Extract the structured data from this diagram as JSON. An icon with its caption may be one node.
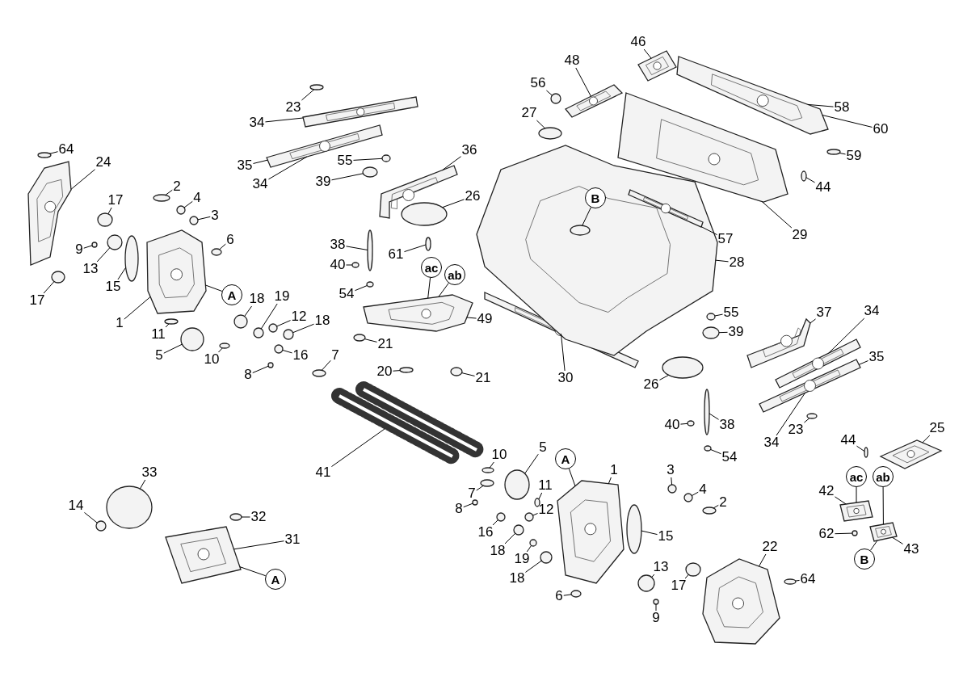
{
  "diagram": {
    "nodes": [
      {
        "text": [],
        "shape": "picture"
      },
      {
        "text": [],
        "shape": "circle"
      },
      {
        "text": [],
        "shape": "circle"
      },
      {
        "text": [],
        "shape": "circle"
      },
      {
        "text": [],
        "shape": "circle"
      },
      {
        "text": [],
        "shape": "circle"
      },
      {
        "text": [],
        "shape": "circle"
      },
      {
        "text": [],
        "shape": "circle"
      },
      {
        "text": [],
        "shape": "circle"
      },
      {
        "text": [],
        "shape": "circle"
      },
      {
        "text": [],
        "shape": "circle"
      },
      {
        "text": [],
        "shape": "picture"
      },
      {
        "text": [],
        "shape": "circle"
      },
      {
        "text": [],
        "shape": "circle"
      },
      {
        "text": [],
        "shape": "circle"
      },
      {
        "text": [],
        "shape": "circle"
      },
      {
        "text": [],
        "shape": "circle"
      },
      {
        "text": [],
        "shape": "circle"
      },
      {
        "text": [],
        "shape": "circle"
      },
      {
        "text": [],
        "shape": "circle"
      },
      {
        "text": [],
        "shape": "circle"
      },
      {
        "text": [],
        "shape": "circle"
      },
      {
        "text": [],
        "shape": "picture"
      },
      {
        "text": [],
        "shape": "circle"
      },
      {
        "text": [],
        "shape": "picture"
      },
      {
        "text": [],
        "shape": "circle"
      },
      {
        "text": [],
        "shape": "circle"
      },
      {
        "text": [],
        "shape": "picture"
      },
      {
        "text": [],
        "shape": "circle"
      },
      {
        "text": [],
        "shape": "circle"
      },
      {
        "text": [],
        "shape": "circle"
      },
      {
        "text": [],
        "shape": "circle"
      },
      {
        "text": [],
        "shape": "circle"
      },
      {
        "text": [],
        "shape": "picture"
      },
      {
        "text": [],
        "shape": "circle"
      },
      {
        "text": [],
        "shape": "circle"
      },
      {
        "text": [],
        "shape": "circle"
      },
      {
        "text": [],
        "shape": "circle"
      },
      {
        "text": [],
        "shape": "picture"
      },
      {
        "text": [],
        "shape": "picture"
      },
      {
        "text": [],
        "shape": "picture"
      },
      {
        "text": [],
        "shape": "picture"
      },
      {
        "text": [],
        "shape": "circle"
      },
      {
        "text": [],
        "shape": "picture"
      },
      {
        "text": [],
        "shape": "circle",
        "in": 43
      },
      {
        "text": [],
        "shape": "picture"
      },
      {
        "text": [],
        "shape": "circle"
      },
      {
        "text": [],
        "shape": "circle"
      },
      {
        "text": [],
        "shape": "picture",
        "in": 43
      },
      {
        "text": [],
        "shape": "picture"
      },
      {
        "text": [],
        "shape": "circle"
      },
      {
        "text": [],
        "shape": "circle"
      },
      {
        "text": [],
        "shape": "picture"
      },
      {
        "text": [],
        "shape": "picture"
      },
      {
        "text": [],
        "shape": "picture"
      },
      {
        "text": [],
        "shape": "circle"
      },
      {
        "text": [],
        "shape": "circle"
      },
      {
        "text": [],
        "shape": "circle"
      },
      {
        "text": [],
        "shape": "circle"
      },
      {
        "text": [],
        "shape": "circle"
      },
      {
        "text": [],
        "shape": "picture"
      },
      {
        "text": [],
        "shape": "circle"
      },
      {
        "text": [],
        "shape": "picture"
      },
      {
        "text": [],
        "shape": "picture"
      },
      {
        "text": [],
        "shape": "circle"
      },
      {
        "text": [],
        "shape": "circle"
      },
      {
        "text": [],
        "shape": "circle"
      },
      {
        "text": [],
        "shape": "circle"
      },
      {
        "text": [],
        "shape": "picture"
      },
      {
        "text": [],
        "shape": "circle"
      },
      {
        "text": [],
        "shape": "circle"
      },
      {
        "text": [],
        "shape": "picture"
      },
      {
        "text": [],
        "shape": "circle"
      },
      {
        "text": [],
        "shape": "circle"
      },
      {
        "text": [],
        "shape": "circle"
      },
      {
        "text": [],
        "shape": "circle"
      },
      {
        "text": [],
        "shape": "circle"
      },
      {
        "text": [],
        "shape": "circle"
      },
      {
        "text": [],
        "shape": "circle"
      },
      {
        "text": [],
        "shape": "circle"
      },
      {
        "text": [],
        "shape": "circle"
      },
      {
        "text": [],
        "shape": "circle"
      },
      {
        "text": [],
        "shape": "circle"
      },
      {
        "text": [],
        "shape": "circle"
      },
      {
        "text": [],
        "shape": "picture"
      },
      {
        "text": [],
        "shape": "circle"
      },
      {
        "text": [],
        "shape": "circle"
      },
      {
        "text": [],
        "shape": "circle"
      },
      {
        "text": [],
        "shape": "circle"
      },
      {
        "text": [],
        "shape": "circle"
      },
      {
        "text": [
          "64"
        ]
      },
      {
        "text": [
          "24"
        ]
      },
      {
        "text": [
          "2"
        ]
      },
      {
        "text": [
          "4"
        ]
      },
      {
        "text": [
          "17"
        ]
      },
      {
        "text": [
          "3"
        ]
      },
      {
        "text": [
          "6"
        ]
      },
      {
        "text": [
          "9"
        ]
      },
      {
        "text": [
          "13"
        ]
      },
      {
        "text": [
          "17"
        ]
      },
      {
        "text": [
          "15"
        ]
      },
      {
        "text": [
          "A"
        ]
      },
      {
        "text": [
          "18"
        ]
      },
      {
        "text": [
          "19"
        ]
      },
      {
        "text": [
          "1"
        ]
      },
      {
        "text": [
          "11"
        ]
      },
      {
        "text": [
          "12"
        ]
      },
      {
        "text": [
          "18"
        ]
      },
      {
        "text": [
          "16"
        ]
      },
      {
        "text": [
          "5"
        ]
      },
      {
        "text": [
          "10"
        ]
      },
      {
        "text": [
          "7"
        ]
      },
      {
        "text": [
          "8"
        ]
      },
      {
        "text": [
          "34"
        ]
      },
      {
        "text": [
          "23"
        ]
      },
      {
        "text": [
          "35"
        ]
      },
      {
        "text": [
          "34"
        ]
      },
      {
        "text": [
          "55"
        ]
      },
      {
        "text": [
          "39"
        ]
      },
      {
        "text": [
          "36"
        ]
      },
      {
        "text": [
          "27"
        ]
      },
      {
        "text": [
          "26"
        ]
      },
      {
        "text": [
          "38"
        ]
      },
      {
        "text": [
          "40"
        ]
      },
      {
        "text": [
          "61"
        ]
      },
      {
        "text": [
          "ac"
        ]
      },
      {
        "text": [
          "ab"
        ]
      },
      {
        "text": [
          "54"
        ]
      },
      {
        "text": [
          "49"
        ]
      },
      {
        "text": [
          "21"
        ]
      },
      {
        "text": [
          "20"
        ]
      },
      {
        "text": [
          "21"
        ]
      },
      {
        "text": [
          "30"
        ]
      },
      {
        "text": [
          "41"
        ]
      },
      {
        "text": [
          "48"
        ]
      },
      {
        "text": [
          "46"
        ]
      },
      {
        "text": [
          "56"
        ]
      },
      {
        "text": [
          "B"
        ],
        "in": 43
      },
      {
        "text": [
          "58"
        ]
      },
      {
        "text": [
          "59"
        ]
      },
      {
        "text": [
          "44"
        ]
      },
      {
        "text": [
          "60"
        ]
      },
      {
        "text": [
          "57"
        ]
      },
      {
        "text": [
          "29"
        ]
      },
      {
        "text": [
          "28"
        ]
      },
      {
        "text": [
          "55"
        ]
      },
      {
        "text": [
          "39"
        ]
      },
      {
        "text": [
          "37"
        ]
      },
      {
        "text": [
          "34"
        ]
      },
      {
        "text": [
          "35"
        ]
      },
      {
        "text": [
          "26"
        ]
      },
      {
        "text": [
          "40"
        ]
      },
      {
        "text": [
          "38"
        ]
      },
      {
        "text": [
          "23"
        ]
      },
      {
        "text": [
          "34"
        ]
      },
      {
        "text": [
          "54"
        ]
      },
      {
        "text": [
          "25"
        ]
      },
      {
        "text": [
          "44"
        ]
      },
      {
        "text": [
          "ac"
        ]
      },
      {
        "text": [
          "ab"
        ]
      },
      {
        "text": [
          "42"
        ]
      },
      {
        "text": [
          "62"
        ]
      },
      {
        "text": [
          "43"
        ]
      },
      {
        "text": [
          "B"
        ]
      },
      {
        "text": [
          "33"
        ]
      },
      {
        "text": [
          "14"
        ]
      },
      {
        "text": [
          "32"
        ]
      },
      {
        "text": [
          "31"
        ]
      },
      {
        "text": [
          "A"
        ]
      },
      {
        "text": [
          "10"
        ]
      },
      {
        "text": [
          "5"
        ]
      },
      {
        "text": [
          "A"
        ]
      },
      {
        "text": [
          "11"
        ]
      },
      {
        "text": [
          "1"
        ]
      },
      {
        "text": [
          "3"
        ]
      },
      {
        "text": [
          "4"
        ]
      },
      {
        "text": [
          "2"
        ]
      },
      {
        "text": [
          "7"
        ]
      },
      {
        "text": [
          "8"
        ]
      },
      {
        "text": [
          "16"
        ]
      },
      {
        "text": [
          "12"
        ]
      },
      {
        "text": [
          "18"
        ]
      },
      {
        "text": [
          "19"
        ]
      },
      {
        "text": [
          "18"
        ]
      },
      {
        "text": [
          "15"
        ]
      },
      {
        "text": [
          "22"
        ]
      },
      {
        "text": [
          "64"
        ]
      },
      {
        "text": [
          "17"
        ]
      },
      {
        "text": [
          "13"
        ]
      },
      {
        "text": [
          "9"
        ]
      },
      {
        "text": [
          "6"
        ]
      }
    ],
    "edges": [
      {
        "from": 90,
        "to": 1,
        "arrow": "none"
      },
      {
        "from": 91,
        "to": 0,
        "arrow": "none"
      },
      {
        "from": 92,
        "to": 2,
        "arrow": "none"
      },
      {
        "from": 93,
        "to": 3,
        "arrow": "none"
      },
      {
        "from": 94,
        "to": 4,
        "arrow": "none"
      },
      {
        "from": 95,
        "to": 5,
        "arrow": "none"
      },
      {
        "from": 96,
        "to": 6,
        "arrow": "none"
      },
      {
        "from": 97,
        "to": 7,
        "arrow": "none"
      },
      {
        "from": 98,
        "to": 8,
        "arrow": "none"
      },
      {
        "from": 99,
        "to": 9,
        "arrow": "none"
      },
      {
        "from": 100,
        "to": 10,
        "arrow": "none"
      },
      {
        "from": 101,
        "to": 11,
        "arrow": "none"
      },
      {
        "from": 102,
        "to": 12,
        "arrow": "none"
      },
      {
        "from": 103,
        "to": 13,
        "arrow": "none"
      },
      {
        "from": 104,
        "to": 11,
        "arrow": "none"
      },
      {
        "from": 105,
        "to": 14,
        "arrow": "none"
      },
      {
        "from": 106,
        "to": 15,
        "arrow": "none"
      },
      {
        "from": 107,
        "to": 16,
        "arrow": "none"
      },
      {
        "from": 108,
        "to": 17,
        "arrow": "none"
      },
      {
        "from": 109,
        "to": 18,
        "arrow": "none"
      },
      {
        "from": 110,
        "to": 19,
        "arrow": "none"
      },
      {
        "from": 111,
        "to": 20,
        "arrow": "none"
      },
      {
        "from": 112,
        "to": 21,
        "arrow": "none"
      },
      {
        "from": 113,
        "to": 22,
        "arrow": "none"
      },
      {
        "from": 114,
        "to": 23,
        "arrow": "none"
      },
      {
        "from": 115,
        "to": 24,
        "arrow": "none"
      },
      {
        "from": 116,
        "to": 24,
        "arrow": "none"
      },
      {
        "from": 117,
        "to": 25,
        "arrow": "none"
      },
      {
        "from": 118,
        "to": 26,
        "arrow": "none"
      },
      {
        "from": 119,
        "to": 27,
        "arrow": "none"
      },
      {
        "from": 120,
        "to": 28,
        "arrow": "none"
      },
      {
        "from": 121,
        "to": 29,
        "arrow": "none"
      },
      {
        "from": 122,
        "to": 30,
        "arrow": "none"
      },
      {
        "from": 123,
        "to": 31,
        "arrow": "none"
      },
      {
        "from": 124,
        "to": 32,
        "arrow": "none"
      },
      {
        "from": 125,
        "to": 33,
        "arrow": "none"
      },
      {
        "from": 126,
        "to": 33,
        "arrow": "none"
      },
      {
        "from": 127,
        "to": 34,
        "arrow": "none"
      },
      {
        "from": 128,
        "to": 33,
        "arrow": "none"
      },
      {
        "from": 129,
        "to": 35,
        "arrow": "none"
      },
      {
        "from": 130,
        "to": 36,
        "arrow": "none"
      },
      {
        "from": 131,
        "to": 37,
        "arrow": "none"
      },
      {
        "from": 132,
        "to": 38,
        "arrow": "none"
      },
      {
        "from": 133,
        "to": 39,
        "arrow": "none"
      },
      {
        "from": 134,
        "to": 40,
        "arrow": "none"
      },
      {
        "from": 135,
        "to": 41,
        "arrow": "none"
      },
      {
        "from": 136,
        "to": 42,
        "arrow": "none"
      },
      {
        "from": 137,
        "to": 44,
        "arrow": "none"
      },
      {
        "from": 138,
        "to": 45,
        "arrow": "none"
      },
      {
        "from": 139,
        "to": 46,
        "arrow": "none"
      },
      {
        "from": 140,
        "to": 47,
        "arrow": "none"
      },
      {
        "from": 141,
        "to": 45,
        "arrow": "none"
      },
      {
        "from": 142,
        "to": 48,
        "arrow": "none"
      },
      {
        "from": 143,
        "to": 49,
        "arrow": "none"
      },
      {
        "from": 144,
        "to": 43,
        "arrow": "none"
      },
      {
        "from": 145,
        "to": 50,
        "arrow": "none"
      },
      {
        "from": 146,
        "to": 51,
        "arrow": "none"
      },
      {
        "from": 147,
        "to": 52,
        "arrow": "none"
      },
      {
        "from": 148,
        "to": 53,
        "arrow": "none"
      },
      {
        "from": 149,
        "to": 54,
        "arrow": "none"
      },
      {
        "from": 150,
        "to": 55,
        "arrow": "none"
      },
      {
        "from": 151,
        "to": 56,
        "arrow": "none"
      },
      {
        "from": 152,
        "to": 57,
        "arrow": "none"
      },
      {
        "from": 153,
        "to": 58,
        "arrow": "none"
      },
      {
        "from": 154,
        "to": 54,
        "arrow": "none"
      },
      {
        "from": 155,
        "to": 59,
        "arrow": "none"
      },
      {
        "from": 156,
        "to": 60,
        "arrow": "none"
      },
      {
        "from": 157,
        "to": 61,
        "arrow": "none"
      },
      {
        "from": 158,
        "to": 62,
        "arrow": "none"
      },
      {
        "from": 159,
        "to": 63,
        "arrow": "none"
      },
      {
        "from": 160,
        "to": 62,
        "arrow": "none"
      },
      {
        "from": 161,
        "to": 64,
        "arrow": "none"
      },
      {
        "from": 162,
        "to": 63,
        "arrow": "none"
      },
      {
        "from": 163,
        "to": 63,
        "arrow": "none"
      },
      {
        "from": 164,
        "to": 65,
        "arrow": "none"
      },
      {
        "from": 165,
        "to": 66,
        "arrow": "none"
      },
      {
        "from": 166,
        "to": 67,
        "arrow": "none"
      },
      {
        "from": 167,
        "to": 68,
        "arrow": "none"
      },
      {
        "from": 168,
        "to": 68,
        "arrow": "none"
      },
      {
        "from": 169,
        "to": 69,
        "arrow": "none"
      },
      {
        "from": 170,
        "to": 70,
        "arrow": "none"
      },
      {
        "from": 171,
        "to": 71,
        "arrow": "none"
      },
      {
        "from": 172,
        "to": 72,
        "arrow": "none"
      },
      {
        "from": 173,
        "to": 71,
        "arrow": "none"
      },
      {
        "from": 174,
        "to": 73,
        "arrow": "none"
      },
      {
        "from": 175,
        "to": 74,
        "arrow": "none"
      },
      {
        "from": 176,
        "to": 75,
        "arrow": "none"
      },
      {
        "from": 177,
        "to": 76,
        "arrow": "none"
      },
      {
        "from": 178,
        "to": 77,
        "arrow": "none"
      },
      {
        "from": 179,
        "to": 78,
        "arrow": "none"
      },
      {
        "from": 180,
        "to": 79,
        "arrow": "none"
      },
      {
        "from": 181,
        "to": 80,
        "arrow": "none"
      },
      {
        "from": 182,
        "to": 81,
        "arrow": "none"
      },
      {
        "from": 183,
        "to": 82,
        "arrow": "none"
      },
      {
        "from": 184,
        "to": 83,
        "arrow": "none"
      },
      {
        "from": 185,
        "to": 84,
        "arrow": "none"
      },
      {
        "from": 186,
        "to": 85,
        "arrow": "none"
      },
      {
        "from": 187,
        "to": 86,
        "arrow": "none"
      },
      {
        "from": 188,
        "to": 87,
        "arrow": "none"
      },
      {
        "from": 189,
        "to": 88,
        "arrow": "none"
      },
      {
        "from": 190,
        "to": 89,
        "arrow": "none"
      }
    ]
  }
}
